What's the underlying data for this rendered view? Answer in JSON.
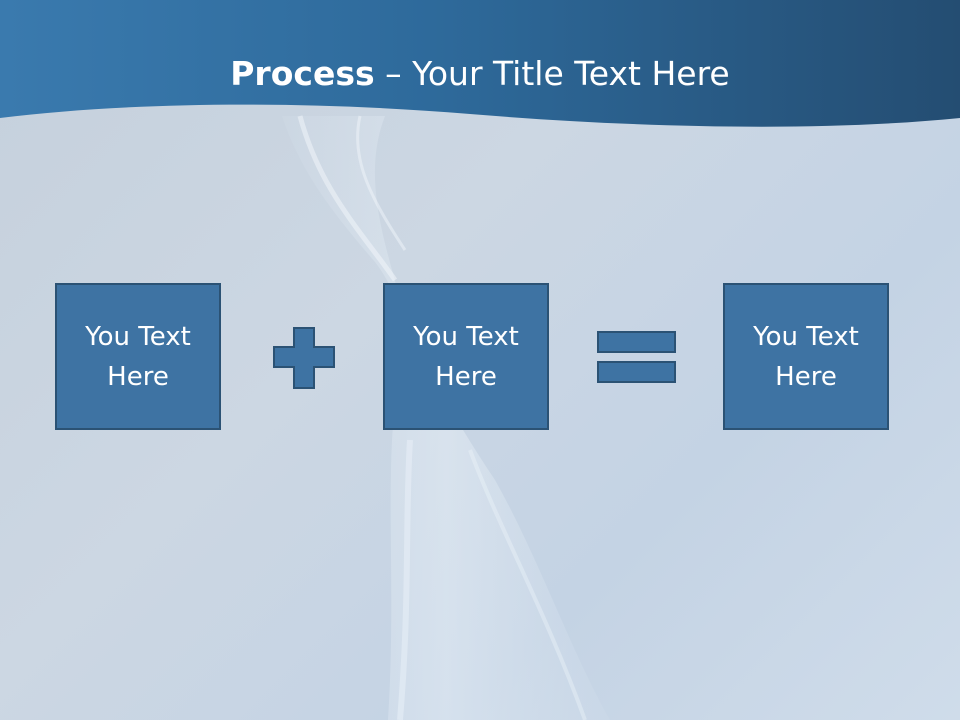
{
  "slide": {
    "title_bold": "Process",
    "title_rest": " – Your Title Text Here",
    "boxes": [
      {
        "text": "You Text Here"
      },
      {
        "text": "You Text Here"
      },
      {
        "text": "You Text Here"
      }
    ],
    "operators": [
      "plus",
      "equals"
    ]
  },
  "colors": {
    "header": "#2f6590",
    "box_fill": "#3e73a3",
    "box_border": "#2b5274",
    "text": "#ffffff"
  }
}
